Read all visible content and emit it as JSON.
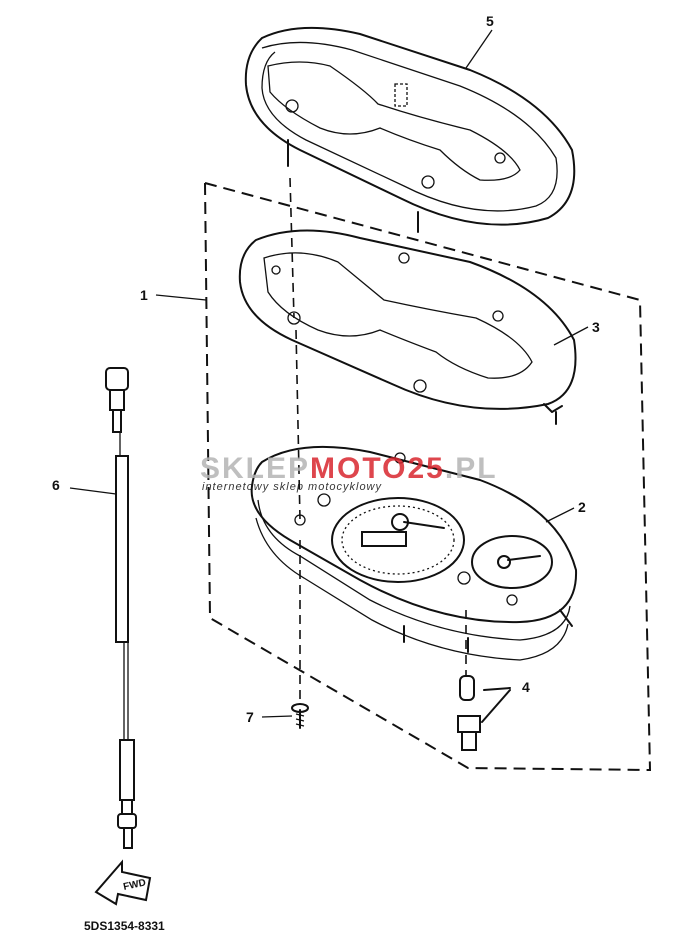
{
  "callouts": {
    "c1": "1",
    "c2": "2",
    "c3": "3",
    "c4": "4",
    "c5": "5",
    "c6": "6",
    "c7": "7"
  },
  "watermark": {
    "brand_gray": "SKLEP",
    "brand_red": "MOTO",
    "brand_red2": "25",
    "brand_tld": ".PL",
    "tagline": "internetowy sklep motocyklowy",
    "gray_color": "#b5b5b5",
    "red_color": "#d9262e"
  },
  "arrow_label": "FWD",
  "part_number": "5DS1354-8331"
}
